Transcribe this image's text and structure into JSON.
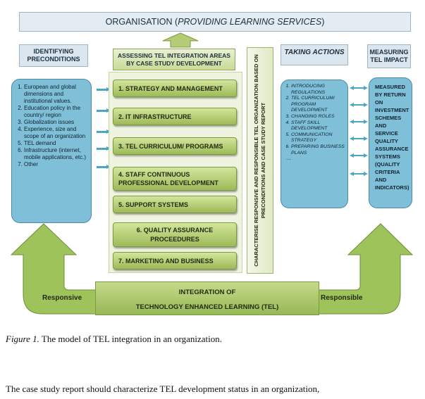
{
  "diagram": {
    "title_prefix": "ORGANISATION (",
    "title_italic": "PROVIDING LEARNING SERVICES",
    "title_suffix": ")",
    "identifying": {
      "header": "IDENTIFYING PRECONDITIONS",
      "items": [
        "European and global dimensions and institutional values.",
        "Education policy in the country/ region",
        "Globalization issues",
        "Experience, size and scope of an organization",
        "TEL demand",
        "Infrastructure (internet, mobile applications, etc.)",
        "Other"
      ]
    },
    "assessing": {
      "header": "ASSESSING TEL INTEGRATION AREAS BY CASE STUDY DEVELOPMENT",
      "areas": [
        "1. STRATEGY AND MANAGEMENT",
        "2. IT INFRASTRUCTURE",
        "3. TEL CURRICULUM/ PROGRAMS",
        "4. STAFF CONTINUOUS PROFESSIONAL DEVELOPMENT",
        "5. SUPPORT SYSTEMS",
        "6. QUALITY ASSURANCE PROCEEDURES",
        "7. MARKETING AND BUSINESS"
      ]
    },
    "vertical_label": "CHARACTERISE RESPONSIVE AND RESPONSIBLE TEL ORGANIZATION BASED ON PRECONDITIONS AND CASE STUDY REPORT",
    "taking_actions": {
      "header": "TAKING ACTIONS",
      "items": [
        "INTRODUCING REGULATIONS",
        "TEL CURRICULUM/ PROGRAM DEVELOPMENT",
        "CHANGING ROLES",
        "STAFF SKILL DEVELOPMENT",
        "COMMUNICATION STRATEGY",
        "PREPARING BUSINESS PLANS",
        "...."
      ]
    },
    "measuring": {
      "header": "MEASURING TEL IMPACT",
      "body": "MEASURED BY RETURN ON INVESTMENT SCHEMES AND SERVICE QUALITY ASSURANCE SYSTEMS (QUALITY CRITERIA AND INDICATORS)"
    },
    "integration_line1": "INTEGRATION OF",
    "integration_line2": "TECHNOLOGY ENHANCED LEARNING (TEL)",
    "responsive_label": "Responsive",
    "responsible_label": "Responsible"
  },
  "caption": {
    "figure_label": "Figure 1.",
    "text": " The model of TEL integration in an organization."
  },
  "body_text": "The case study report should characterize TEL development status in an organization,",
  "colors": {
    "header_fill": "#dbe6ee",
    "blue_box": "#7fc0d8",
    "green_light": "#d4e59c",
    "green_dark": "#9dba58"
  }
}
